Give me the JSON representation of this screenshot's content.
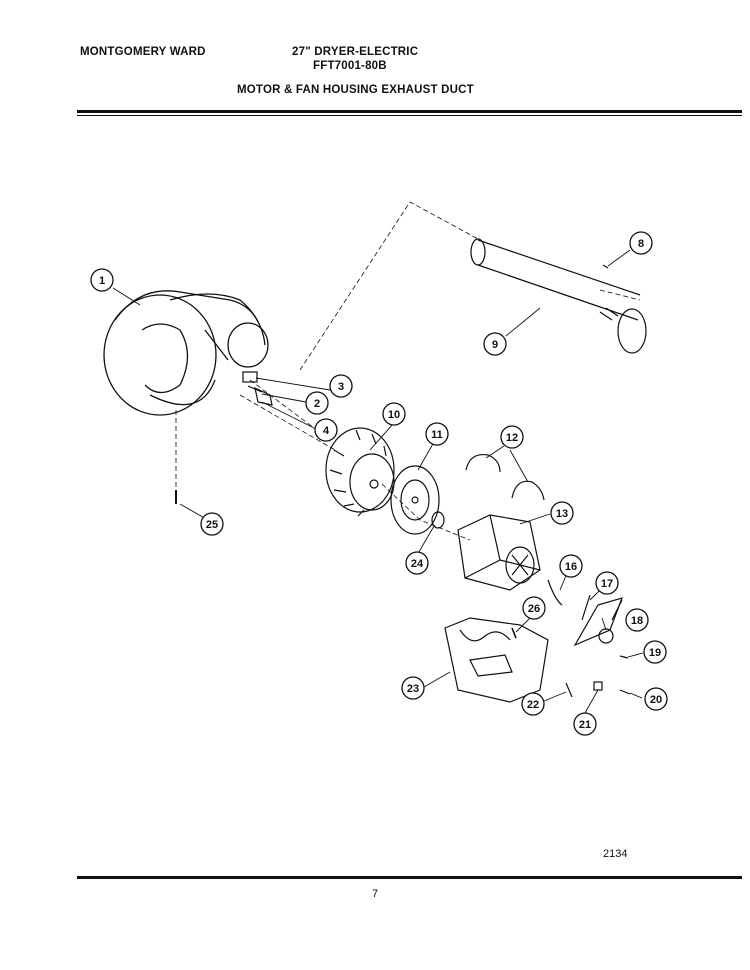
{
  "header": {
    "brand": "MONTGOMERY WARD",
    "model_line1": "27\" DRYER-ELECTRIC",
    "model_line2": "FFT7001-80B",
    "section_title": "MOTOR & FAN HOUSING EXHAUST DUCT"
  },
  "figure_number": "2134",
  "page_number": "7",
  "callouts": [
    "1",
    "2",
    "3",
    "4",
    "8",
    "9",
    "10",
    "11",
    "12",
    "13",
    "16",
    "17",
    "18",
    "19",
    "20",
    "21",
    "22",
    "23",
    "24",
    "25",
    "26"
  ]
}
